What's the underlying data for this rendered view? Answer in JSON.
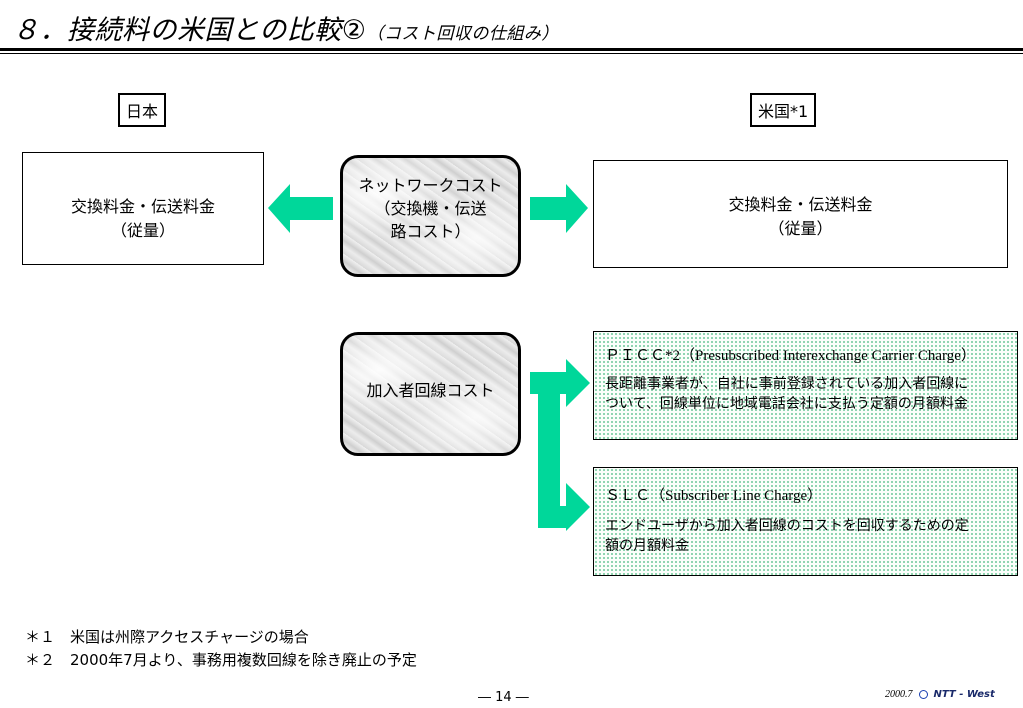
{
  "title": {
    "main": "８．接続料の米国との比較②",
    "sub": "（コスト回収の仕組み）"
  },
  "labels": {
    "japan": "日本",
    "us": "米国*1"
  },
  "japan_box": {
    "line1": "交換料金・伝送料金",
    "line2": "（従量）"
  },
  "network_cost": {
    "line1": "ネットワークコスト",
    "line2": "（交換機・伝送",
    "line3": "路コスト）"
  },
  "us_box": {
    "line1": "交換料金・伝送料金",
    "line2": "（従量）"
  },
  "subscriber_cost": {
    "label": "加入者回線コスト"
  },
  "picc": {
    "heading": "ＰＩＣＣ*2（Presubscribed Interexchange Carrier Charge）",
    "desc1": "長距離事業者が、自社に事前登録されている加入者回線に",
    "desc2": "ついて、回線単位に地域電話会社に支払う定額の月額料金"
  },
  "slc": {
    "heading": "ＳＬＣ（Subscriber Line Charge）",
    "desc1": "エンドユーザから加入者回線のコストを回収するための定",
    "desc2": "額の月額料金"
  },
  "notes": [
    "＊１　米国は州際アクセスチャージの場合",
    "＊２　2000年7月より、事務用複数回線を除き廃止の予定"
  ],
  "footer": {
    "page": "― 14 ―",
    "date": "2000.7",
    "brand": "NTT - West"
  },
  "colors": {
    "arrow": "#00d79a",
    "dots": "#6cc79a"
  }
}
